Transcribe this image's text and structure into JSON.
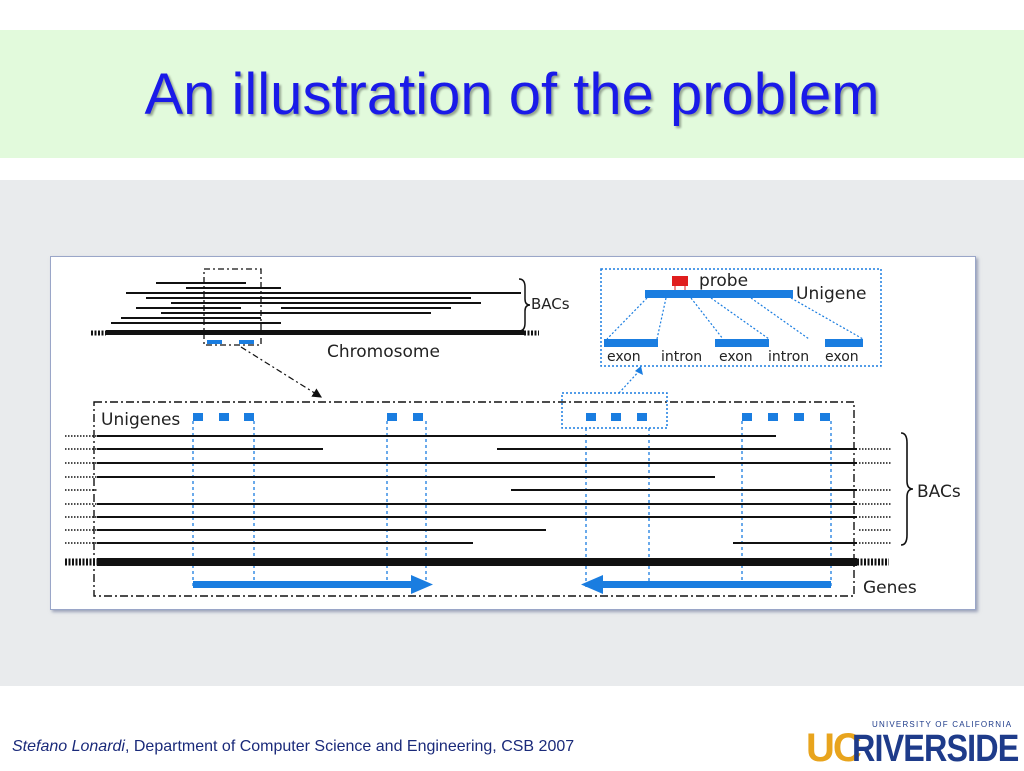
{
  "slide": {
    "title": "An illustration of the problem"
  },
  "figure": {
    "top_panel": {
      "bacs_label": "BACs",
      "chromosome_label": "Chromosome"
    },
    "inset": {
      "probe_label": "probe",
      "unigene_label": "Unigene",
      "segment_labels": [
        "exon",
        "intron",
        "exon",
        "intron",
        "exon"
      ]
    },
    "main_panel": {
      "unigenes_label": "Unigenes",
      "bacs_label": "BACs",
      "genes_label": "Genes"
    },
    "colors": {
      "accent_blue": "#1a7de0",
      "probe_red": "#e01e1e",
      "line_black": "#111111"
    }
  },
  "footer": {
    "author": "Stefano Lonardi",
    "affiliation": ", Department of Computer Science and Engineering, CSB 2007"
  },
  "logo": {
    "uc": "UC",
    "riverside": "RIVERSIDE",
    "subtitle": "UNIVERSITY OF CALIFORNIA"
  }
}
